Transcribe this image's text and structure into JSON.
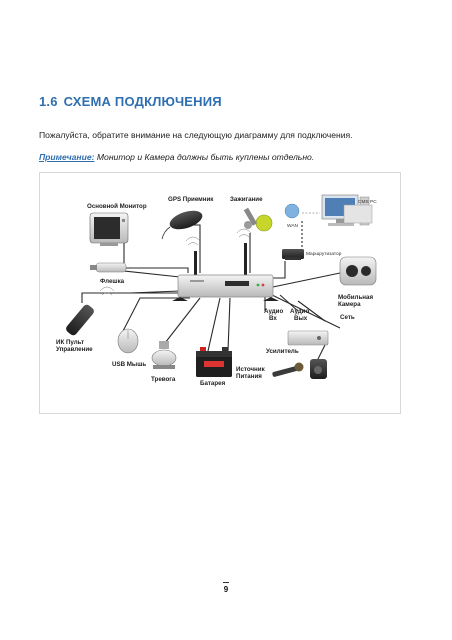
{
  "heading": {
    "number": "1.6",
    "title": "СХЕМА ПОДКЛЮЧЕНИЯ"
  },
  "intro": "Пожалуйста, обратите внимание на следующую диаграмму для подключения.",
  "note": {
    "label": "Примечание:",
    "text": "Монитор и Камера должны быть куплены отдельно."
  },
  "diagram": {
    "labels": {
      "monitor": "Основной Монитор",
      "gps": "GPS Приемник",
      "ignition": "Зажигание",
      "cms": "CMS PC",
      "wan": "WAN",
      "router": "Маршрутизатор",
      "flash": "Флешка",
      "mobile_camera_1": "Мобильная",
      "mobile_camera_2": "Камера",
      "network": "Сеть",
      "audio_in_1": "Аудио",
      "audio_in_2": "Вх",
      "audio_out_1": "Аудио",
      "audio_out_2": "Вых",
      "ir_remote_1": "ИК Пульт",
      "ir_remote_2": "Управление",
      "usb_mouse": "USB Мышь",
      "amplifier": "Усилитель",
      "alarm": "Тревога",
      "battery": "Батарея",
      "power_1": "Источник",
      "power_2": "Питания"
    }
  },
  "page_number": "9"
}
